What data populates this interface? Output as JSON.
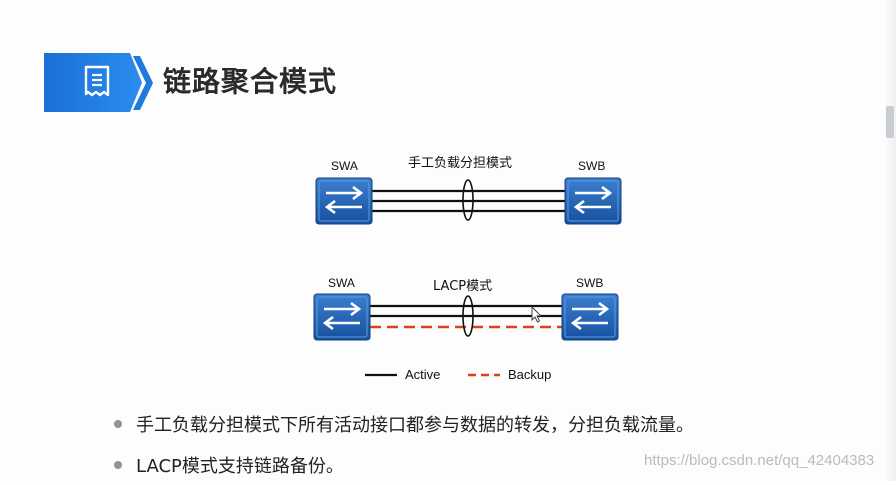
{
  "title": "链路聚合模式",
  "diagram": {
    "manual": {
      "label": "手工负载分担模式",
      "left_switch": "SWA",
      "right_switch": "SWB"
    },
    "lacp": {
      "label": "LACP模式",
      "left_switch": "SWA",
      "right_switch": "SWB"
    },
    "legend": {
      "active": "Active",
      "backup": "Backup"
    }
  },
  "bullets": [
    "手工负载分担模式下所有活动接口都参与数据的转发，分担负载流量。",
    "LACP模式支持链路备份。"
  ],
  "watermark": "https://blog.csdn.net/qq_42404383",
  "colors": {
    "banner_blue": "#1a7fe0",
    "switch_blue": "#1d5fb0",
    "backup_red": "#d9411f",
    "title_dark": "#2b2b2b"
  }
}
